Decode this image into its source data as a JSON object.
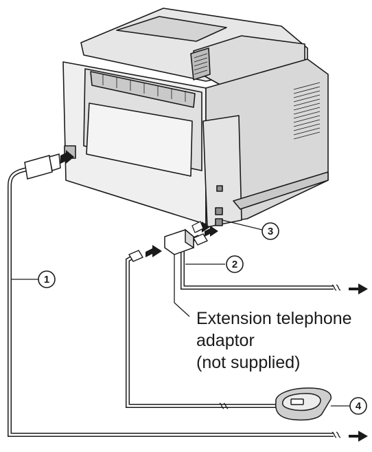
{
  "callouts": {
    "c1": "1",
    "c2": "2",
    "c3": "3",
    "c4": "4"
  },
  "adaptor_label": {
    "line1": "Extension telephone",
    "line2": "adaptor",
    "line3": "(not supplied)"
  },
  "colors": {
    "line": "#1a1a1a",
    "printer_light": "#ececec",
    "printer_mid": "#d2d2d2",
    "printer_dark": "#a9a9a9",
    "background": "#ffffff"
  }
}
